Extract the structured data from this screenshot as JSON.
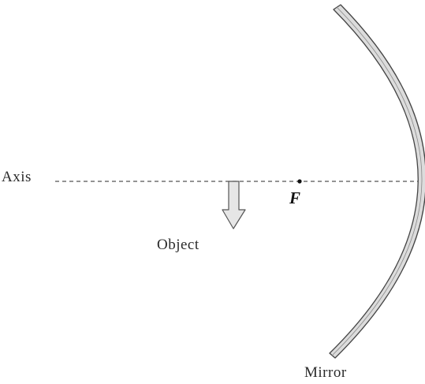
{
  "labels": {
    "axis": "Axis",
    "focal_point": "F",
    "object": "Object",
    "mirror": "Mirror"
  },
  "colors": {
    "line": "#444444",
    "mirror_fill": "#dcdcdc",
    "arrow_fill": "#e6e6e6",
    "text": "#2a2a2a"
  }
}
